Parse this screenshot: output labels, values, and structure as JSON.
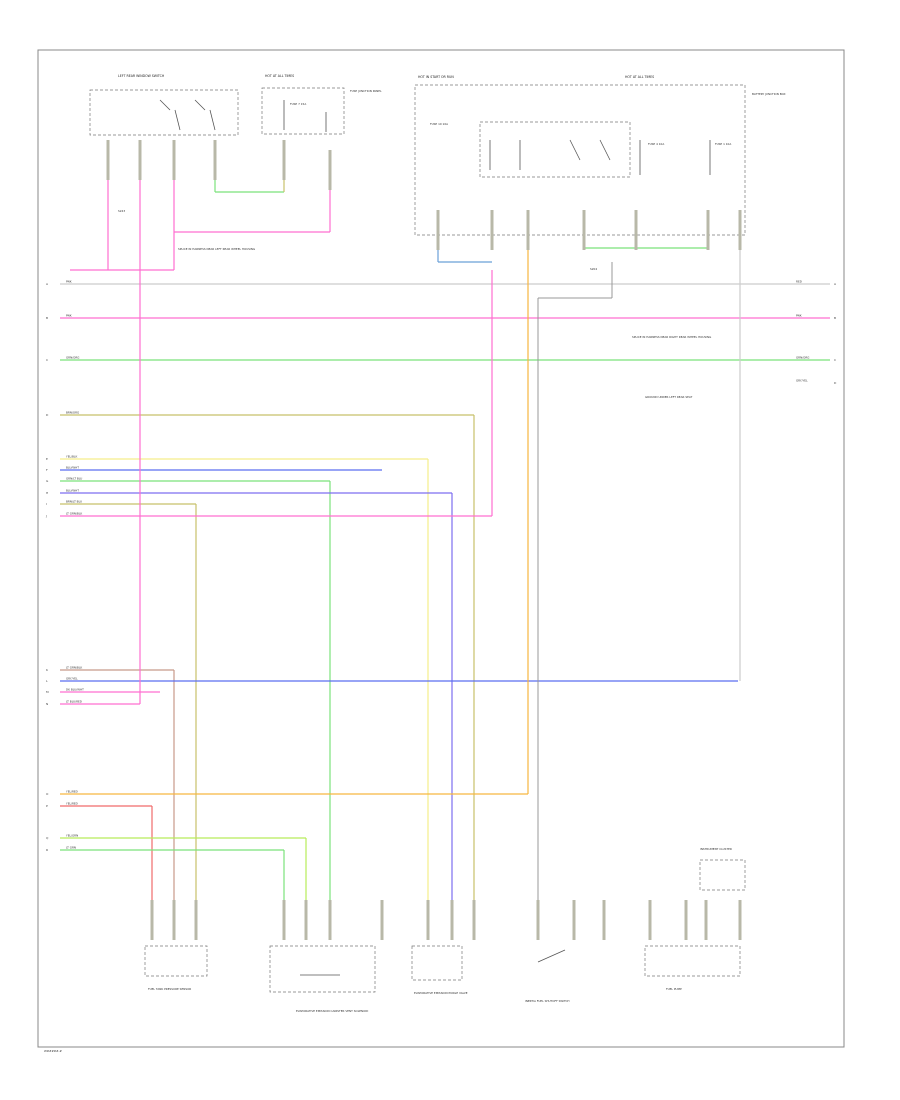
{
  "page_code": "W#####-#",
  "colors": {
    "pink": "#ff6fd0",
    "green": "#7be27b",
    "olive": "#c8c06a",
    "yellow": "#f5ee8a",
    "blue": "#5a6ef0",
    "purple_blue": "#7d6ef0",
    "orange": "#f7b640",
    "brown": "#c89a8a",
    "lime": "#b8ec5a",
    "red": "#f06b6b",
    "gray": "#cccccc",
    "teal_blue": "#6aa0d8"
  },
  "components": {
    "left_rear_window_switch": "LEFT REAR WINDOW SWITCH",
    "hot_at_all_times_1": "HOT AT ALL TIMES",
    "fuse_label_1": "FUSE 7 15A",
    "hot_in_start": "HOT IN START OR RUN",
    "fuse_junction": "FUSE JUNCTION PANEL",
    "fuse_label_2": "FUSE 10 10A",
    "fuse_label_3": "FUSE 4 10A",
    "fuse_label_4": "FUSE 1 10A",
    "battery_junction": "BATTERY JUNCTION BOX",
    "fuel_tank_pressure_sensor": "FUEL TANK PRESSURE SENSOR",
    "evap_canister_vent": "EVAPORATIVE EMISSION CANISTER VENT SOLENOID",
    "evap_purge_valve": "EVAPORATIVE EMISSION PURGE VALVE",
    "fuel_pump": "FUEL PUMP",
    "inertia_switch": "INERTIA FUEL SHUTOFF SWITCH",
    "instrument_cluster": "INSTRUMENT CLUSTER"
  },
  "notes": {
    "splice_left": "SPLICE IN HARNESS NEAR LEFT REAR WHEEL HOUSING",
    "splice_right": "SPLICE IN HARNESS NEAR RIGHT REAR WHEEL HOUSING",
    "ground_note": "GROUND UNDER LEFT REAR SEAT",
    "node_left": "S243",
    "node_right": "S204"
  },
  "left_signals": [
    {
      "label": "A",
      "wire": "PNK",
      "color": "pink"
    },
    {
      "label": "B",
      "wire": "PNK",
      "color": "pink"
    },
    {
      "label": "C",
      "wire": "GRN/ORG",
      "color": "green"
    },
    {
      "label": "D",
      "wire": "BRN/ORG",
      "color": "olive"
    },
    {
      "label": "E",
      "wire": "YEL/BLK",
      "color": "yellow"
    },
    {
      "label": "F",
      "wire": "BLU/WHT",
      "color": "blue"
    },
    {
      "label": "G",
      "wire": "GRN/LT BLU",
      "color": "green"
    },
    {
      "label": "H",
      "wire": "BLU/WHT",
      "color": "purple_blue"
    },
    {
      "label": "I",
      "wire": "BRN/LT BLU",
      "color": "olive"
    },
    {
      "label": "J",
      "wire": "LT GRN/BLK",
      "color": "pink"
    },
    {
      "label": "K",
      "wire": "LT GRN/BLK",
      "color": "brown"
    },
    {
      "label": "L",
      "wire": "GRY/YEL",
      "color": "blue"
    },
    {
      "label": "M",
      "wire": "DK BLU/WHT",
      "color": "pink"
    },
    {
      "label": "N",
      "wire": "LT BLU/RED",
      "color": "pink"
    },
    {
      "label": "O",
      "wire": "YEL/RED",
      "color": "orange"
    },
    {
      "label": "P",
      "wire": "YEL/RED",
      "color": "red"
    },
    {
      "label": "Q",
      "wire": "YEL/GRN",
      "color": "lime"
    },
    {
      "label": "R",
      "wire": "LT GRN",
      "color": "green"
    }
  ],
  "right_signals": [
    {
      "label": "A",
      "wire": "RED"
    },
    {
      "label": "B",
      "wire": "PNK"
    },
    {
      "label": "C",
      "wire": "GRN/ORG"
    },
    {
      "label": "D",
      "wire": "GRY/YEL"
    }
  ]
}
